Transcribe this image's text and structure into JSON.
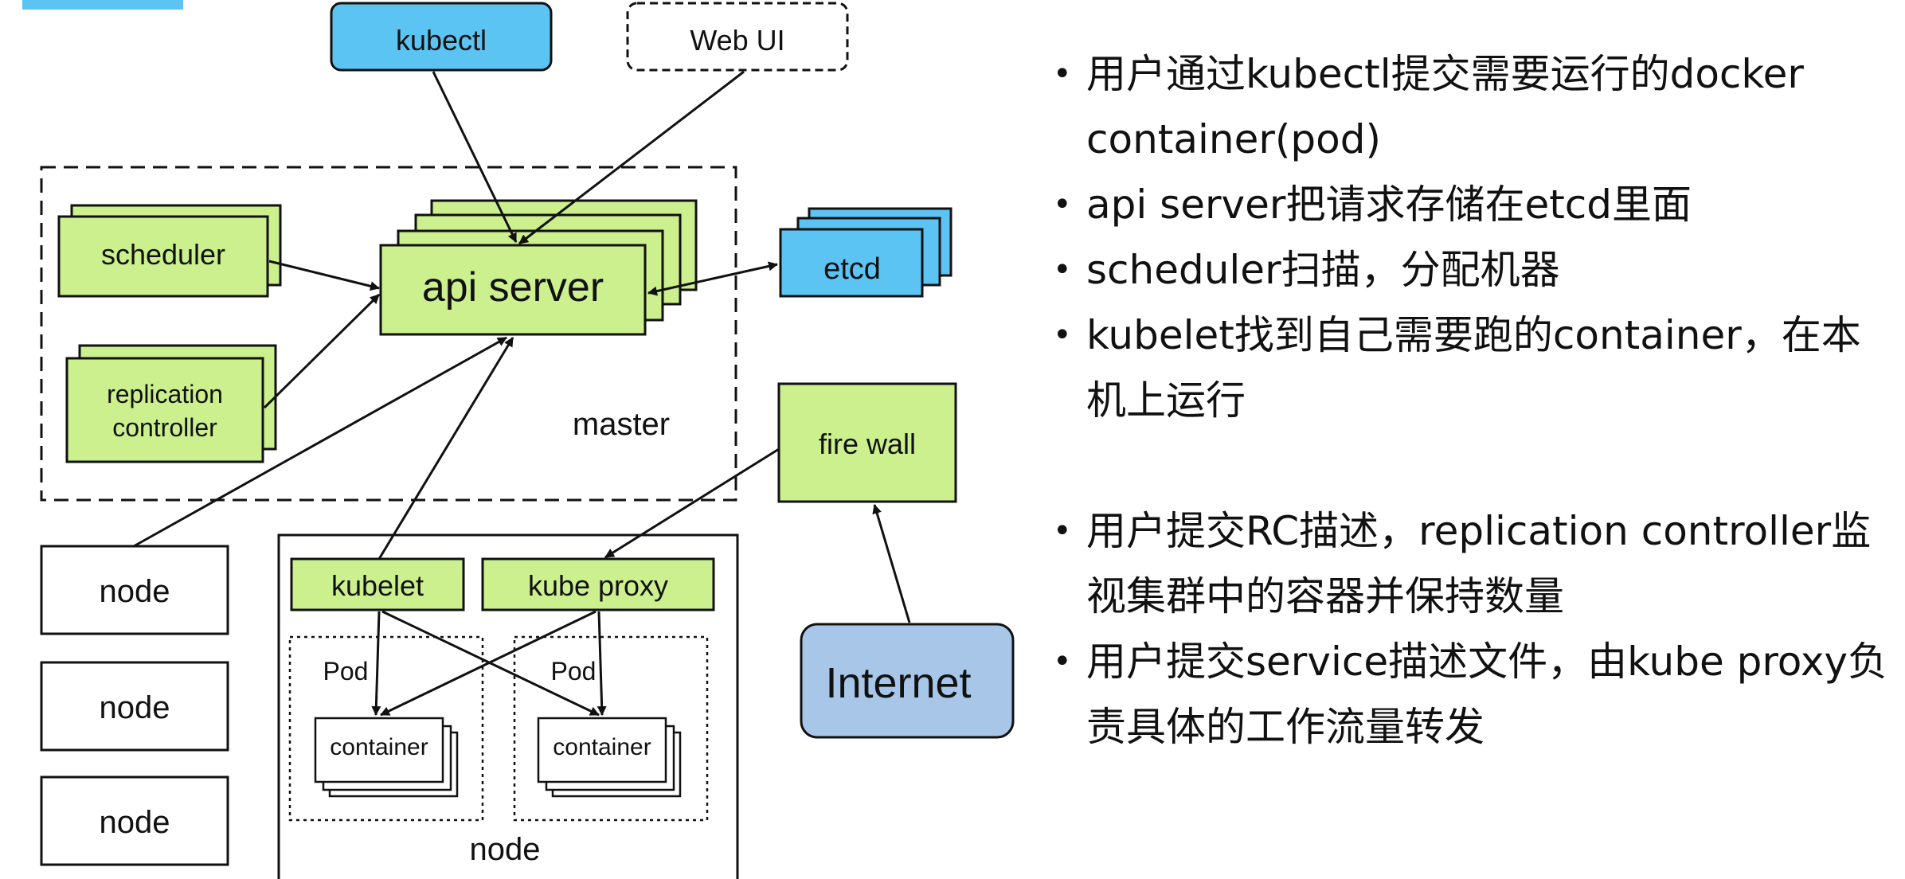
{
  "colors": {
    "green_fill": "#ccf08e",
    "blue_fill": "#5cc4f3",
    "internet_fill": "#a7c6e8",
    "stroke": "#111111",
    "accent_bar": "#5cc4f3"
  },
  "diagram": {
    "kubectl": "kubectl",
    "web_ui": "Web UI",
    "scheduler": "scheduler",
    "api_server": "api server",
    "etcd": "etcd",
    "replication_line1": "replication",
    "replication_line2": "controller",
    "master": "master",
    "fire_wall": "fire wall",
    "internet": "Internet",
    "node1": "node",
    "node2": "node",
    "node3": "node",
    "node_main": "node",
    "kubelet": "kubelet",
    "kube_proxy": "kube proxy",
    "pod1": "Pod",
    "pod2": "Pod",
    "container1": "container",
    "container2": "container"
  },
  "bullets": [
    "用户通过kubectl提交需要运行的docker container(pod)",
    "api server把请求存储在etcd里面",
    "scheduler扫描，分配机器",
    "kubelet找到自己需要跑的container，在本机上运行",
    "用户提交RC描述，replication controller监视集群中的容器并保持数量",
    "用户提交service描述文件，由kube proxy负责具体的工作流量转发"
  ]
}
